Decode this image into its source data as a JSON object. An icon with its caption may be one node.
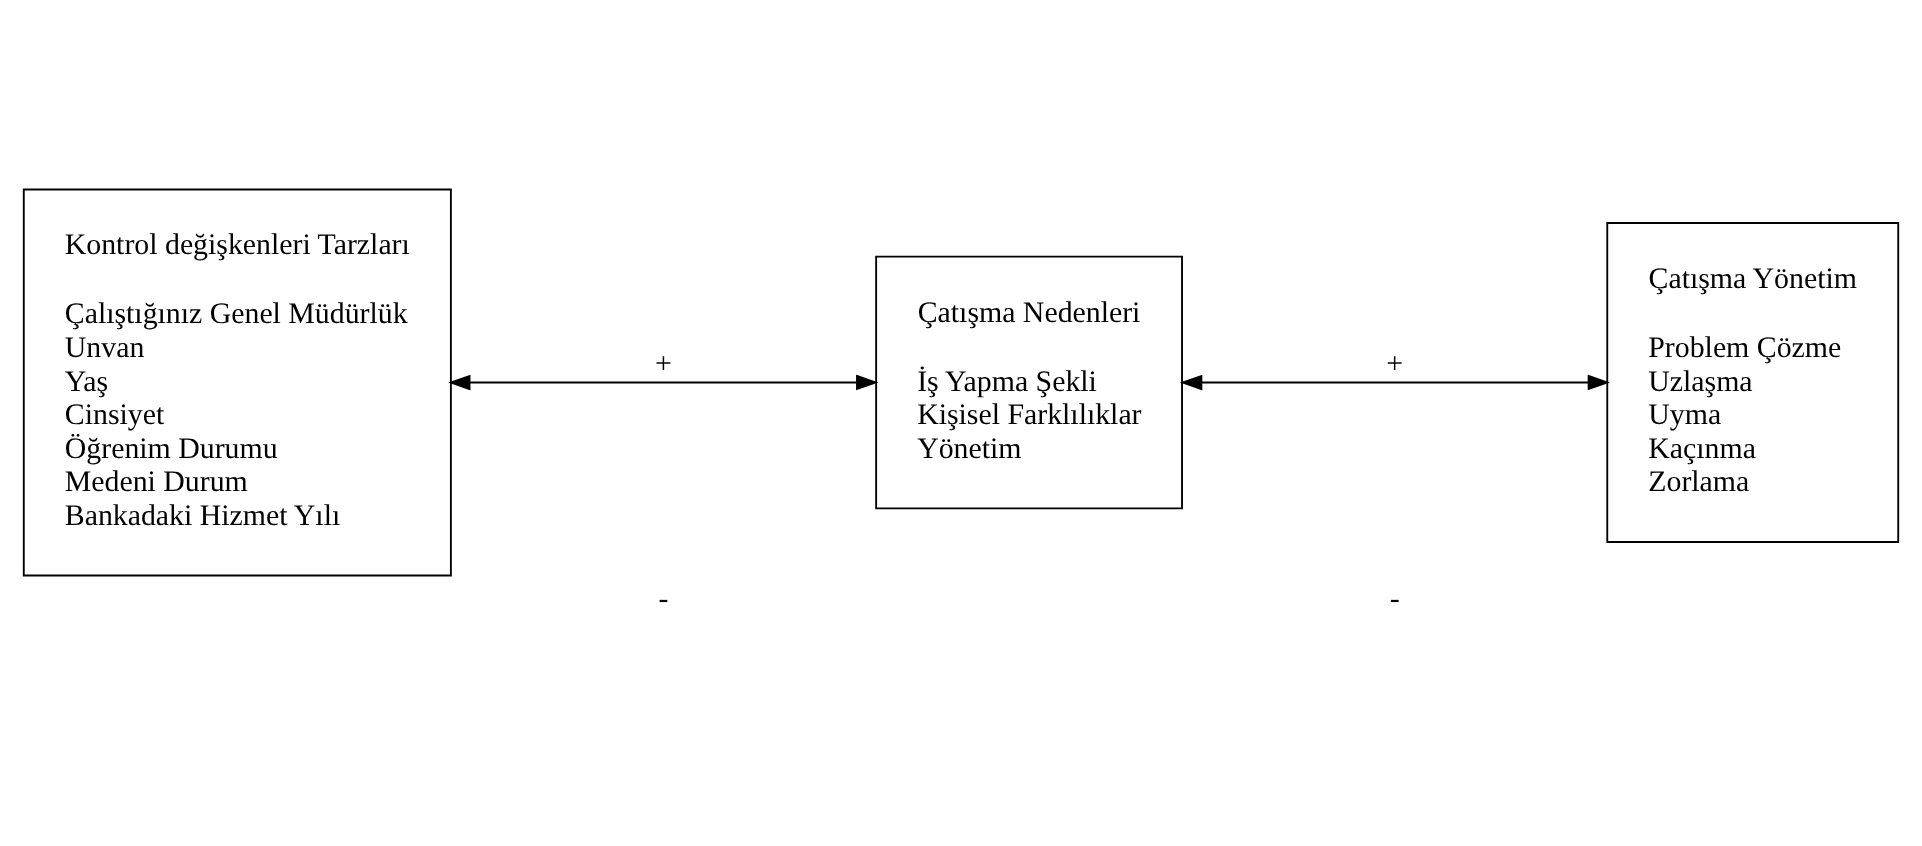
{
  "diagram": {
    "nodes": [
      {
        "text": [
          "Kontrol değişkenleri Tarzları",
          "Çalıştığınız Genel Müdürlük",
          "Unvan",
          "Yaş",
          "Cinsiyet",
          "Öğrenim Durumu",
          "Medeni Durum",
          "Bankadaki Hizmet Yılı"
        ]
      },
      {
        "text": [
          "Çatışma Nedenleri",
          "İş Yapma Şekli",
          "Kişisel Farklılıklar",
          "Yönetim"
        ]
      },
      {
        "text": [
          "Çatışma Yönetim",
          "Problem Çözme",
          "Uzlaşma",
          "Uyma",
          "Kaçınma",
          "Zorlama"
        ]
      }
    ],
    "edges": [
      {
        "from": 0,
        "to": 1,
        "arrow": "both",
        "label": "+"
      },
      {
        "from": 1,
        "to": 2,
        "arrow": "both",
        "label": "+"
      }
    ],
    "labels": [
      "-",
      "-"
    ]
  }
}
